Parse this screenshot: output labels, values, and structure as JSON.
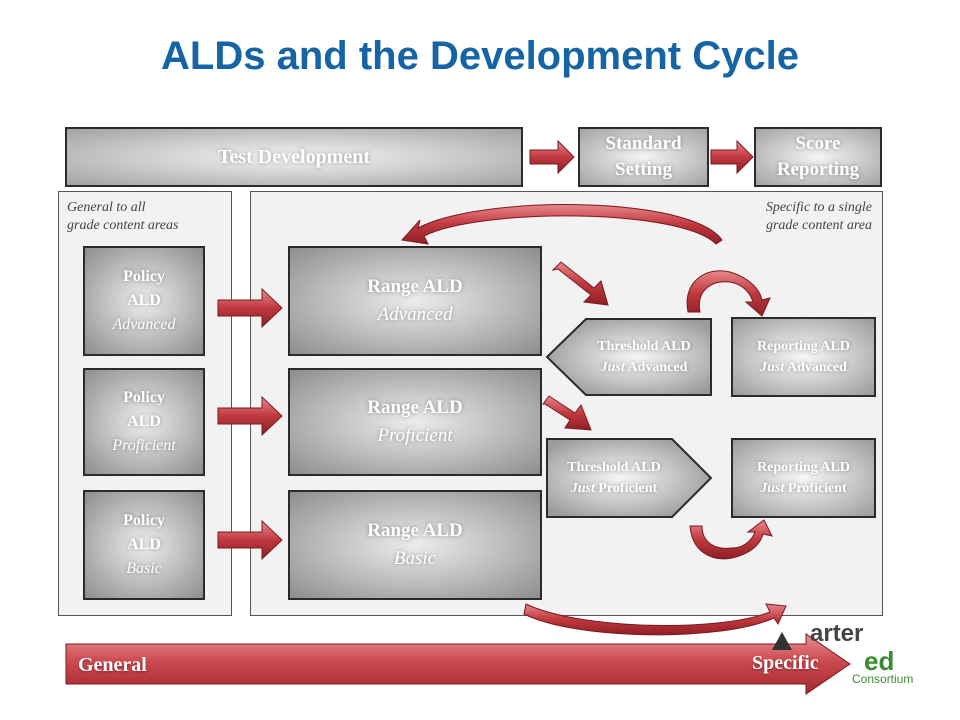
{
  "title": "ALDs and the Development Cycle",
  "top_bar": {
    "test_development": "Test Development",
    "standard_setting_line1": "Standard",
    "standard_setting_line2": "Setting",
    "score_reporting_line1": "Score",
    "score_reporting_line2": "Reporting"
  },
  "notes": {
    "general_line1": "General to all",
    "general_line2": "grade content areas",
    "specific_line1": "Specific to a single",
    "specific_line2": "grade content area"
  },
  "policy": [
    {
      "line1": "Policy",
      "line2": "ALD",
      "level": "Advanced"
    },
    {
      "line1": "Policy",
      "line2": "ALD",
      "level": "Proficient"
    },
    {
      "line1": "Policy",
      "line2": "ALD",
      "level": "Basic"
    }
  ],
  "range": [
    {
      "name": "Range ALD",
      "level": "Advanced"
    },
    {
      "name": "Range ALD",
      "level": "Proficient"
    },
    {
      "name": "Range ALD",
      "level": "Basic"
    }
  ],
  "threshold": [
    {
      "name": "Threshold ALD",
      "just": "Just",
      "level": "Advanced"
    },
    {
      "name": "Threshold ALD",
      "just": "Just",
      "level": "Proficient"
    }
  ],
  "reporting": [
    {
      "name": "Reporting ALD",
      "just": "Just",
      "level": "Advanced"
    },
    {
      "name": "Reporting ALD",
      "just": "Just",
      "level": "Proficient"
    }
  ],
  "gradient": {
    "left": "General",
    "right": "Specific"
  },
  "logo": {
    "line1": "arter",
    "line2": "ed",
    "line3": "Consortium"
  },
  "colors": {
    "title": "#1565a6",
    "arrow": "#c0393f",
    "logo_green": "#3a8d2f"
  }
}
